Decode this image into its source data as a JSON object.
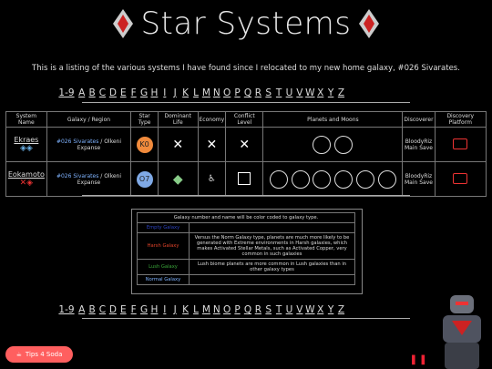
{
  "page": {
    "title": "Star Systems",
    "intro": "This is a listing of the various systems I have found since I relocated to my new home galaxy, #026 Sivarates."
  },
  "alphabet": [
    "1-9",
    "A",
    "B",
    "C",
    "D",
    "E",
    "F",
    "G",
    "H",
    "I",
    "J",
    "K",
    "L",
    "M",
    "N",
    "O",
    "P",
    "Q",
    "R",
    "S",
    "T",
    "U",
    "V",
    "W",
    "X",
    "Y",
    "Z"
  ],
  "table": {
    "headers": [
      "System Name",
      "Galaxy / Region",
      "Star Type",
      "Dominant Life",
      "Economy",
      "Conflict Level",
      "Planets and Moons",
      "Discoverer",
      "Discovery Platform"
    ],
    "rows": [
      {
        "name": "Ekraes",
        "galaxy": "#026 Sivarates",
        "region": " / Olkeni Expanse",
        "star": "K0",
        "star_color": "#f08a3c",
        "discoverer": "BloodyRiz",
        "discoverer2": "Main Save"
      },
      {
        "name": "Eokamoto",
        "galaxy": "#026 Sivarates",
        "region": " / Olkeni Expanse",
        "star": "O7",
        "star_color": "#7fa9e6",
        "discoverer": "BloodyRiz",
        "discoverer2": "Main Save"
      }
    ]
  },
  "legend": {
    "title": "Galaxy number and name will be color coded to galaxy type.",
    "rows": [
      {
        "label": "Empty Galaxy",
        "color": "#2d44c2",
        "desc": ""
      },
      {
        "label": "Harsh Galaxy",
        "color": "#e3442a",
        "desc": "Versus the Norm Galaxy type, planets are much more likely to be generated with Extreme environments in Harsh galaxies, which makes Activated Stellar Metals, such as Activated Copper, very common in such galaxies"
      },
      {
        "label": "Lush Galaxy",
        "color": "#3ba83b",
        "desc": "Lush biome planets are more common in Lush galaxies than in other galaxy types"
      },
      {
        "label": "Normal Galaxy",
        "color": "#7fb3ff",
        "desc": ""
      }
    ]
  },
  "tips": {
    "label": "Tips 4 Soda"
  }
}
